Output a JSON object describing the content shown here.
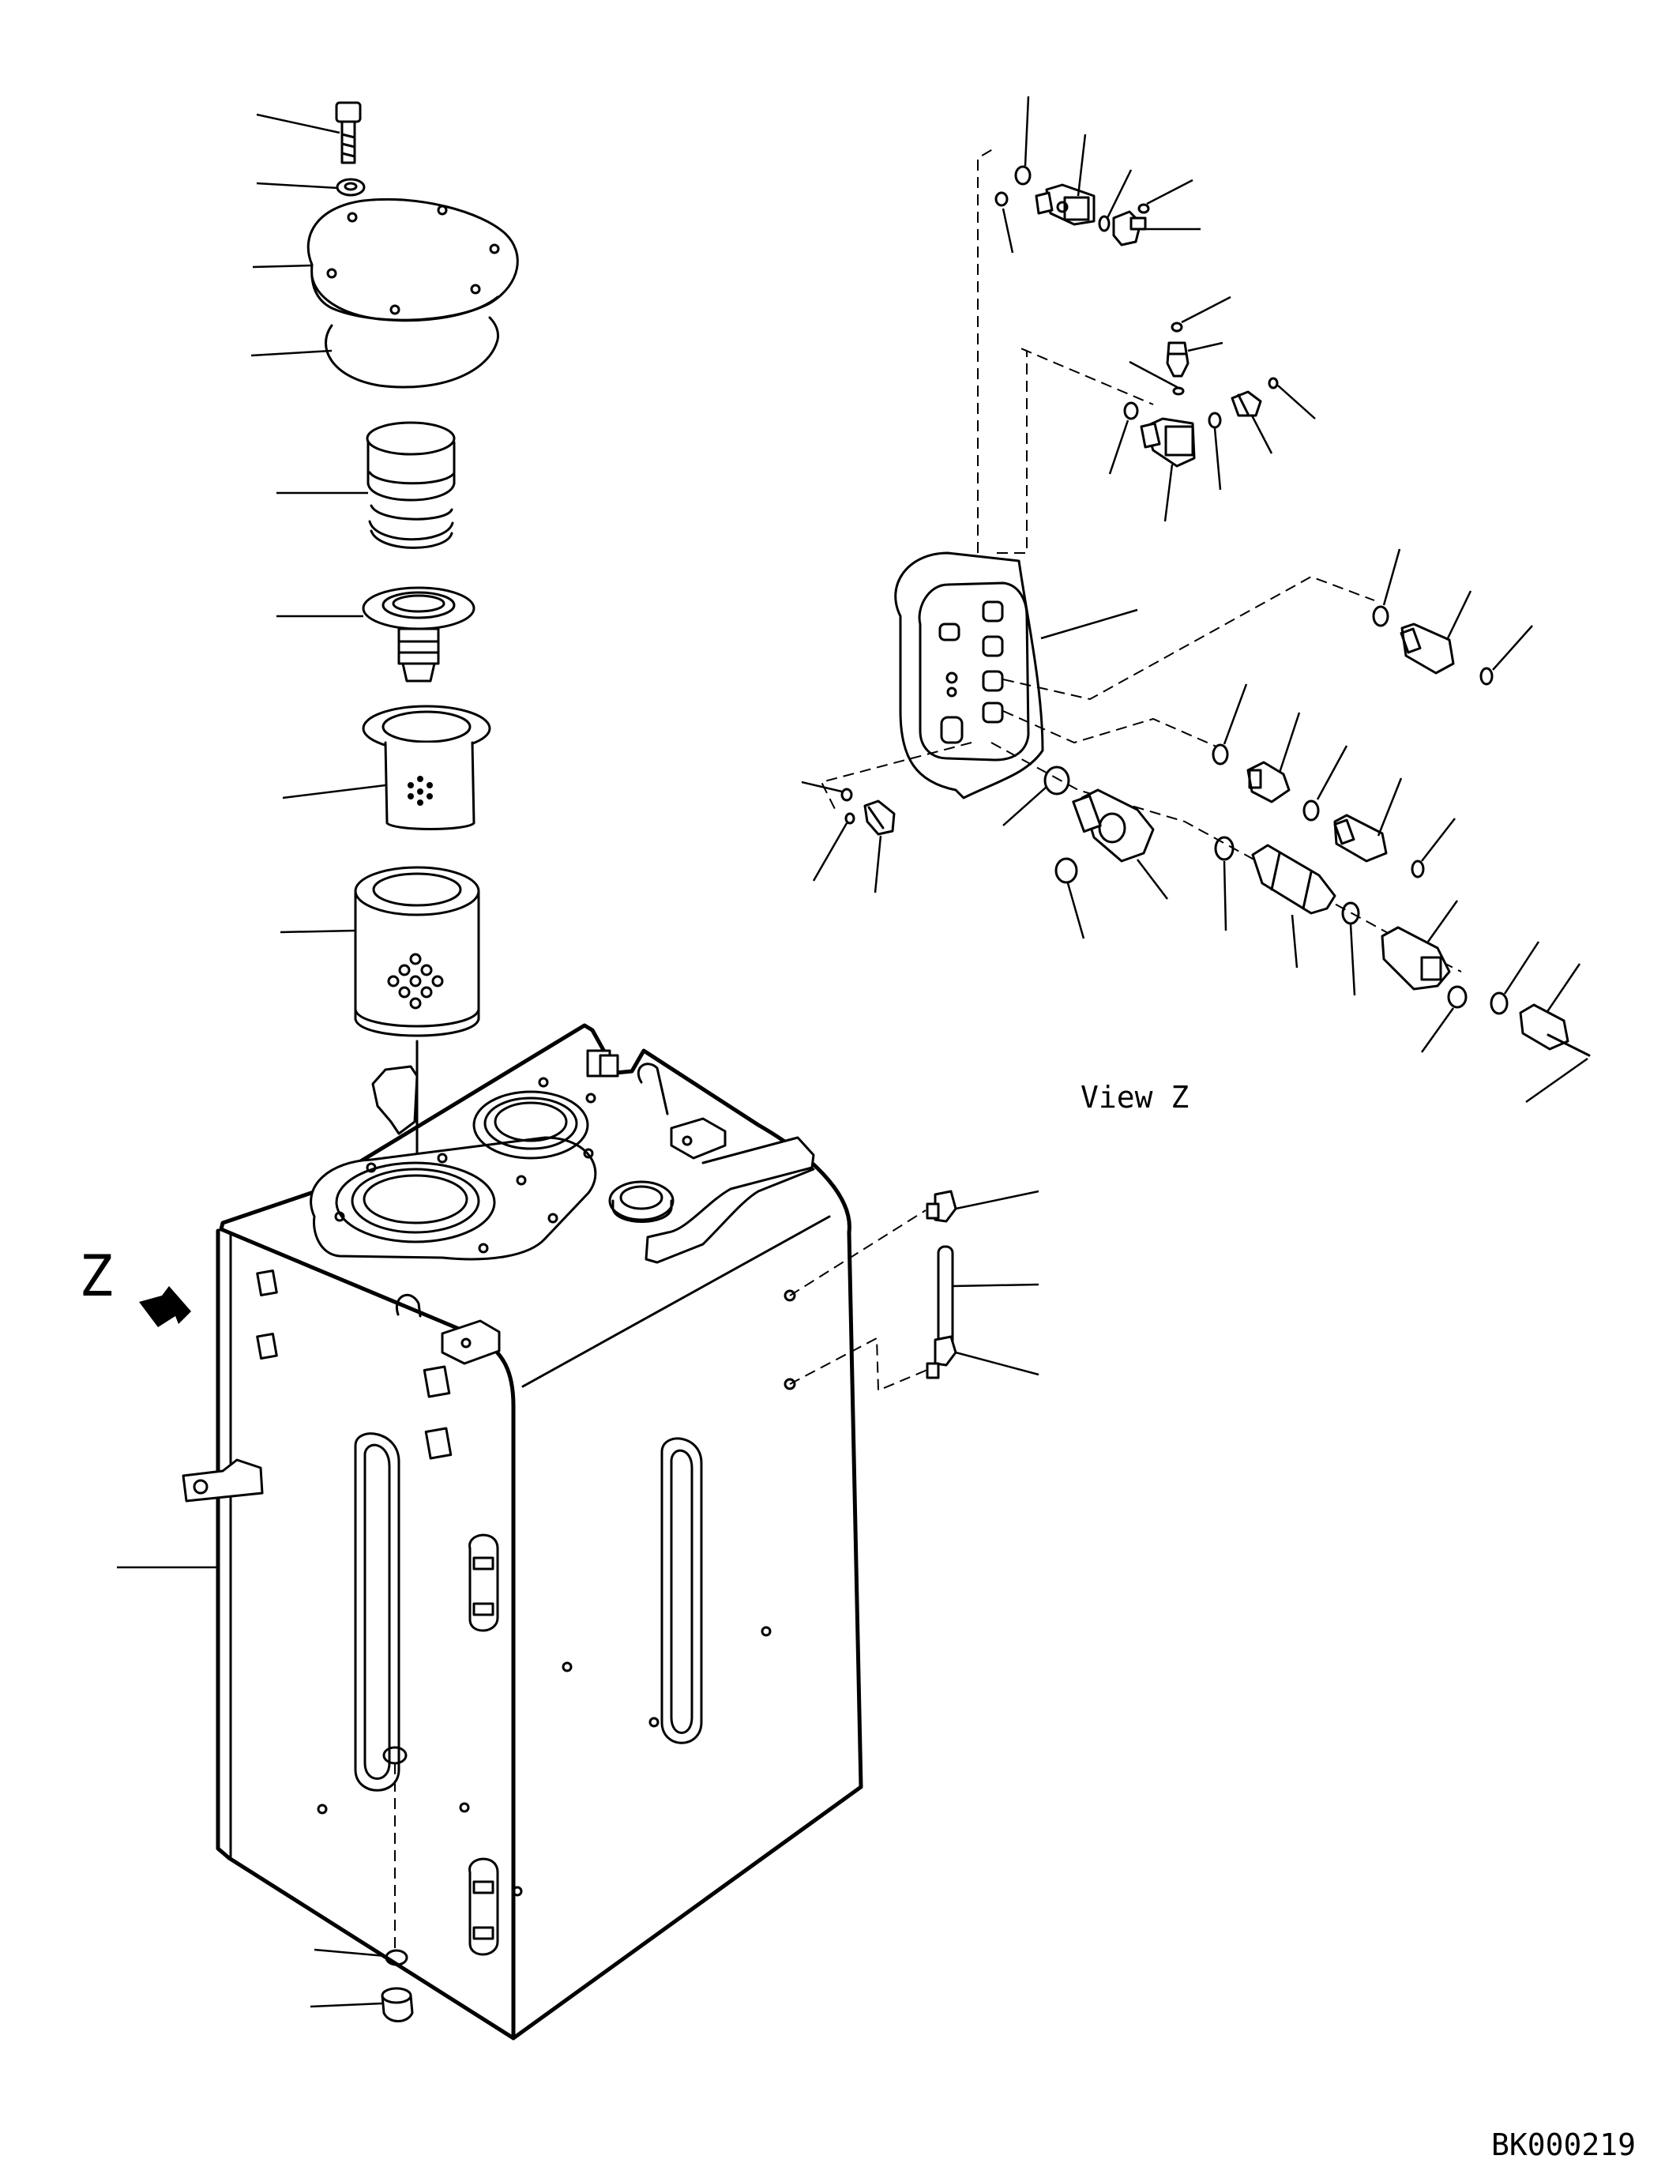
{
  "view_label": "View Z",
  "view_marker": "Z",
  "drawing_code": "BK000219",
  "colors": {
    "line": "#000000",
    "background": "#ffffff"
  }
}
